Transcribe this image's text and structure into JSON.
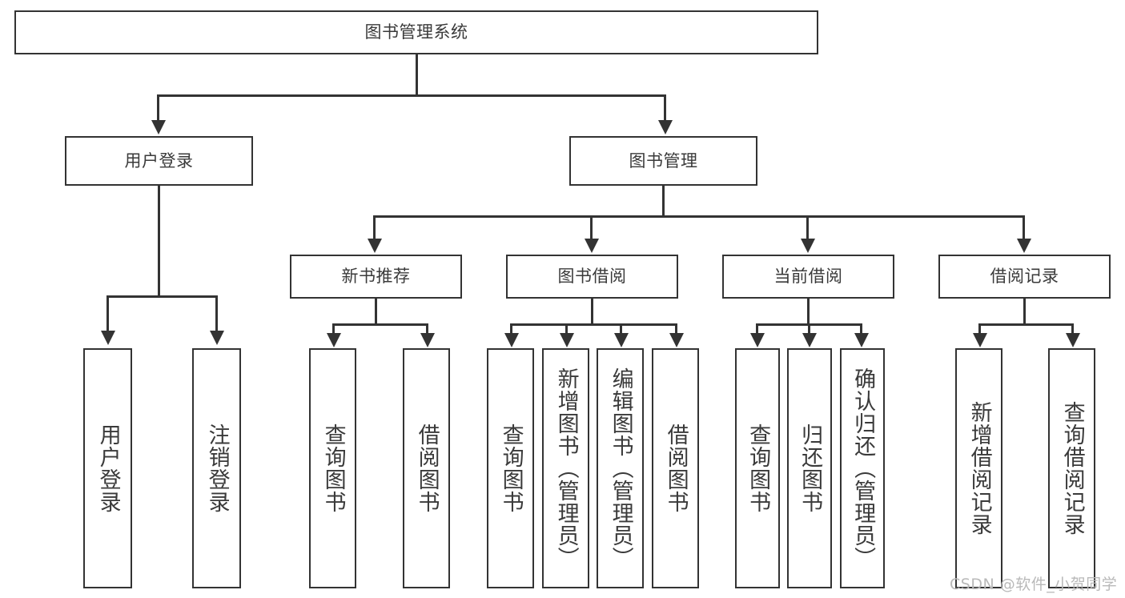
{
  "diagram": {
    "title": "图书管理系统",
    "type": "hierarchy-tree",
    "root": {
      "label": "图书管理系统"
    },
    "level2": [
      {
        "label": "用户登录"
      },
      {
        "label": "图书管理"
      }
    ],
    "level3": [
      {
        "label": "新书推荐"
      },
      {
        "label": "图书借阅"
      },
      {
        "label": "当前借阅"
      },
      {
        "label": "借阅记录"
      }
    ],
    "leaves": {
      "user_login": [
        {
          "label": "用户登录"
        },
        {
          "label": "注销登录"
        }
      ],
      "new_book_recommend": [
        {
          "label": "查询图书"
        },
        {
          "label": "借阅图书"
        }
      ],
      "book_borrow": [
        {
          "label": "查询图书"
        },
        {
          "label": "新增图书（管理员）"
        },
        {
          "label": "编辑图书（管理员）"
        },
        {
          "label": "借阅图书"
        }
      ],
      "current_borrow": [
        {
          "label": "查询图书"
        },
        {
          "label": "归还图书"
        },
        {
          "label": "确认归还（管理员）"
        }
      ],
      "borrow_record": [
        {
          "label": "新增借阅记录"
        },
        {
          "label": "查询借阅记录"
        }
      ]
    },
    "watermark": "CSDN @软件_小贺同学",
    "colors": {
      "stroke": "#333333",
      "text": "#3a3a3a",
      "background": "#ffffff",
      "watermark": "#b9b9b9"
    }
  }
}
